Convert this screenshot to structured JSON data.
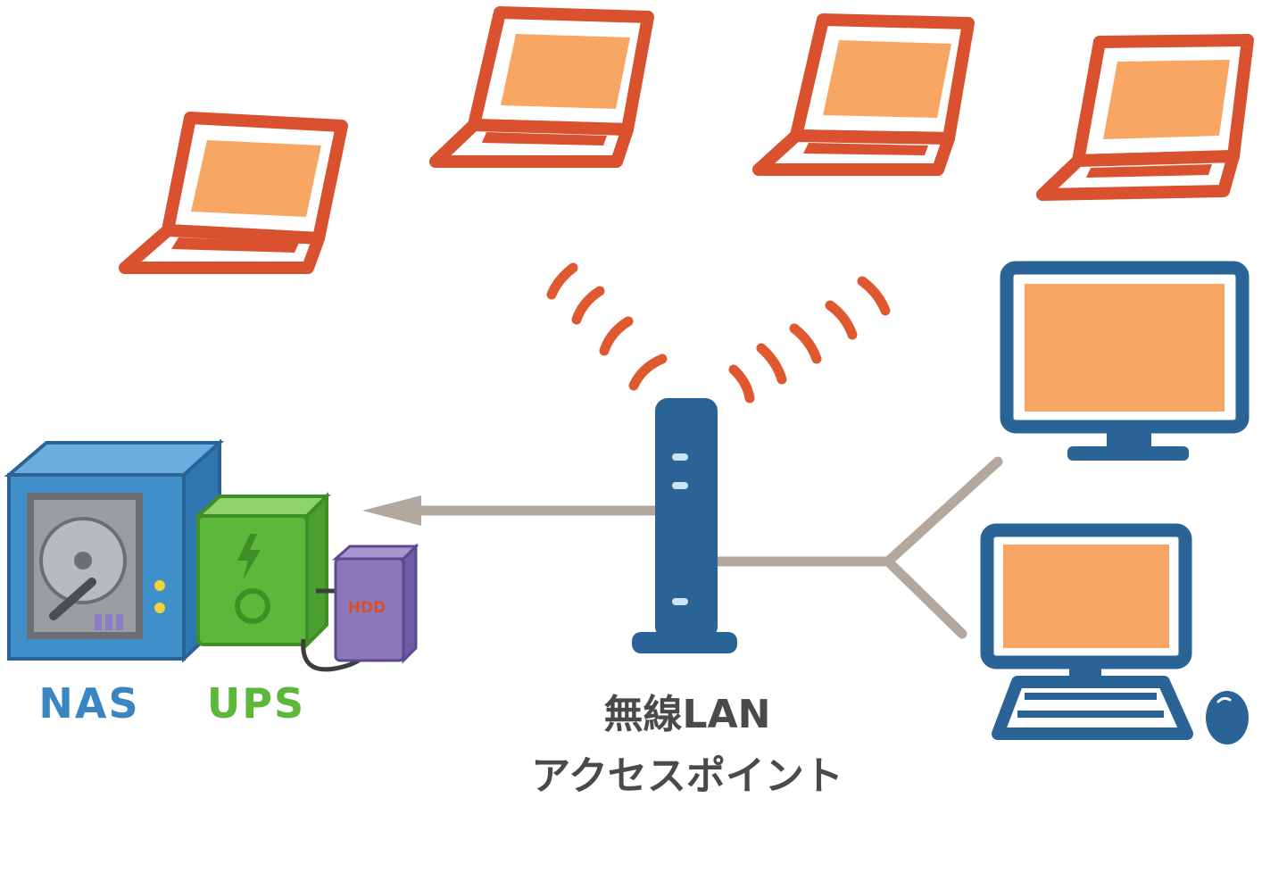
{
  "labels": {
    "nas": "NAS",
    "ups": "UPS",
    "hdd": "HDD",
    "access_point_line1": "無線LAN",
    "access_point_line2": "アクセスポイント"
  },
  "colors": {
    "laptop_outline": "#d9512f",
    "screen_fill": "#f7a663",
    "monitor_outline": "#2a6496",
    "nas_blue": "#3f8fc9",
    "ups_green": "#5cb83a",
    "hdd_purple": "#8a78b8",
    "cable_gray": "#b3a89e",
    "wifi_signal": "#e0582f",
    "ap_body": "#2a6496",
    "text_gray": "#4a4a4a"
  },
  "icons": [
    "laptop-icon",
    "desktop-monitor-icon",
    "mouse-icon",
    "nas-icon",
    "ups-icon",
    "hdd-icon",
    "access-point-icon",
    "wifi-signal-icon",
    "arrow-icon"
  ]
}
